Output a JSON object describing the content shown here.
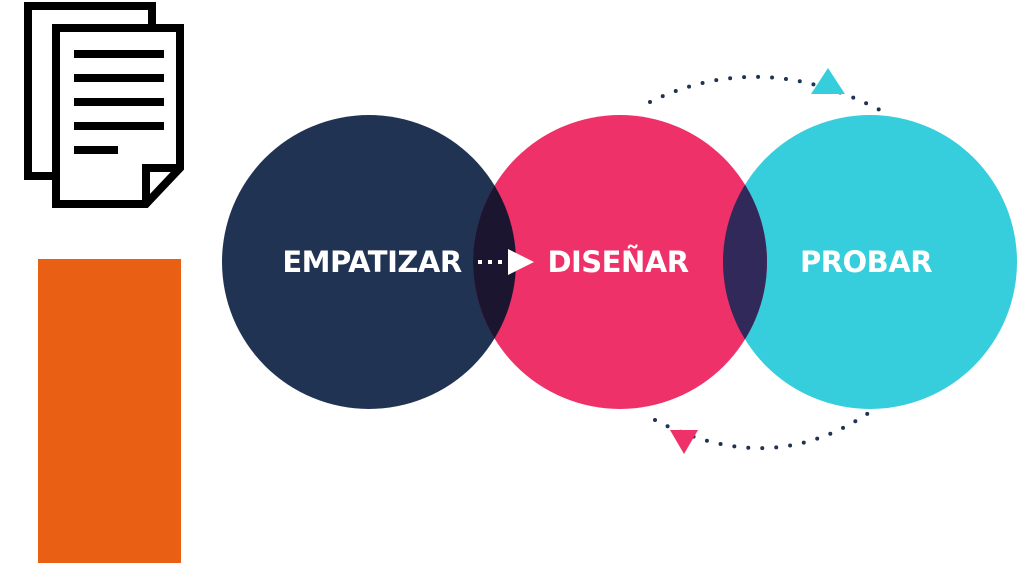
{
  "diagram": {
    "stages": [
      {
        "label": "EMPATIZAR",
        "color": "#213353"
      },
      {
        "label": "DISEÑAR",
        "color": "#ee3269"
      },
      {
        "label": "PROBAR",
        "color": "#36cddc"
      }
    ],
    "overlap_colors": {
      "empatizar_disenar": "#1c1530",
      "disenar_probar": "#31295a"
    },
    "arrow_color": "#ffffff",
    "top_loop_color": "#213353",
    "top_triangle_color": "#36cddc",
    "bottom_triangle_color": "#ee3269"
  },
  "decor": {
    "document_icon": "documents-icon",
    "accent_bar_color": "#e95f13"
  }
}
